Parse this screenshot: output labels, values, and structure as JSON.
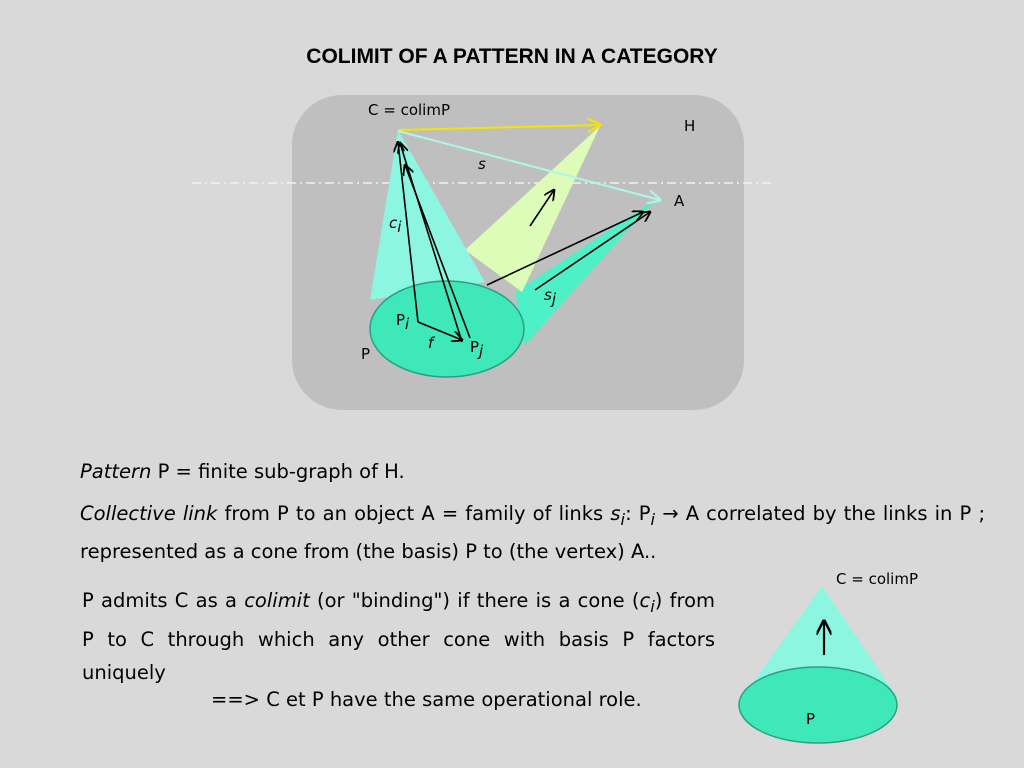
{
  "title": "COLIMIT OF A PATTERN IN A CATEGORY",
  "diagram": {
    "colim_label": "C = colimP",
    "category_label": "H",
    "object_label": "A",
    "s_label": "s",
    "ci_c": "c",
    "ci_sub": "i",
    "sj_s": "s",
    "sj_sub": "j",
    "pi_p": "P",
    "pi_sub": "i",
    "pj_p": "P",
    "pj_sub": "j",
    "f_label": "f",
    "pattern_label": "P"
  },
  "small_cone": {
    "colim_label": "C = colimP",
    "base_label": "P"
  },
  "text": {
    "pattern_word": "Pattern",
    "pattern_def": " P = finite sub-graph of H.",
    "collective_word": "Collective link",
    "collective_a": " from P to an object A = family of links ",
    "collective_s": "s",
    "collective_s_sub": "i",
    "collective_colon": ": P",
    "collective_p_sub": "i",
    "collective_b": " → A correlated by the links in P ; represented as a cone from (the basis) P to (the vertex) A..",
    "admits_a": "P admits C as a ",
    "admits_colimit": "colimit",
    "admits_b": " (or \"binding\") if there is a cone (",
    "admits_c": "c",
    "admits_c_sub": "i",
    "admits_rest": ") from P to C through which any other cone with basis P factors uniquely",
    "conclusion": "==> C et P have the same operational role."
  }
}
